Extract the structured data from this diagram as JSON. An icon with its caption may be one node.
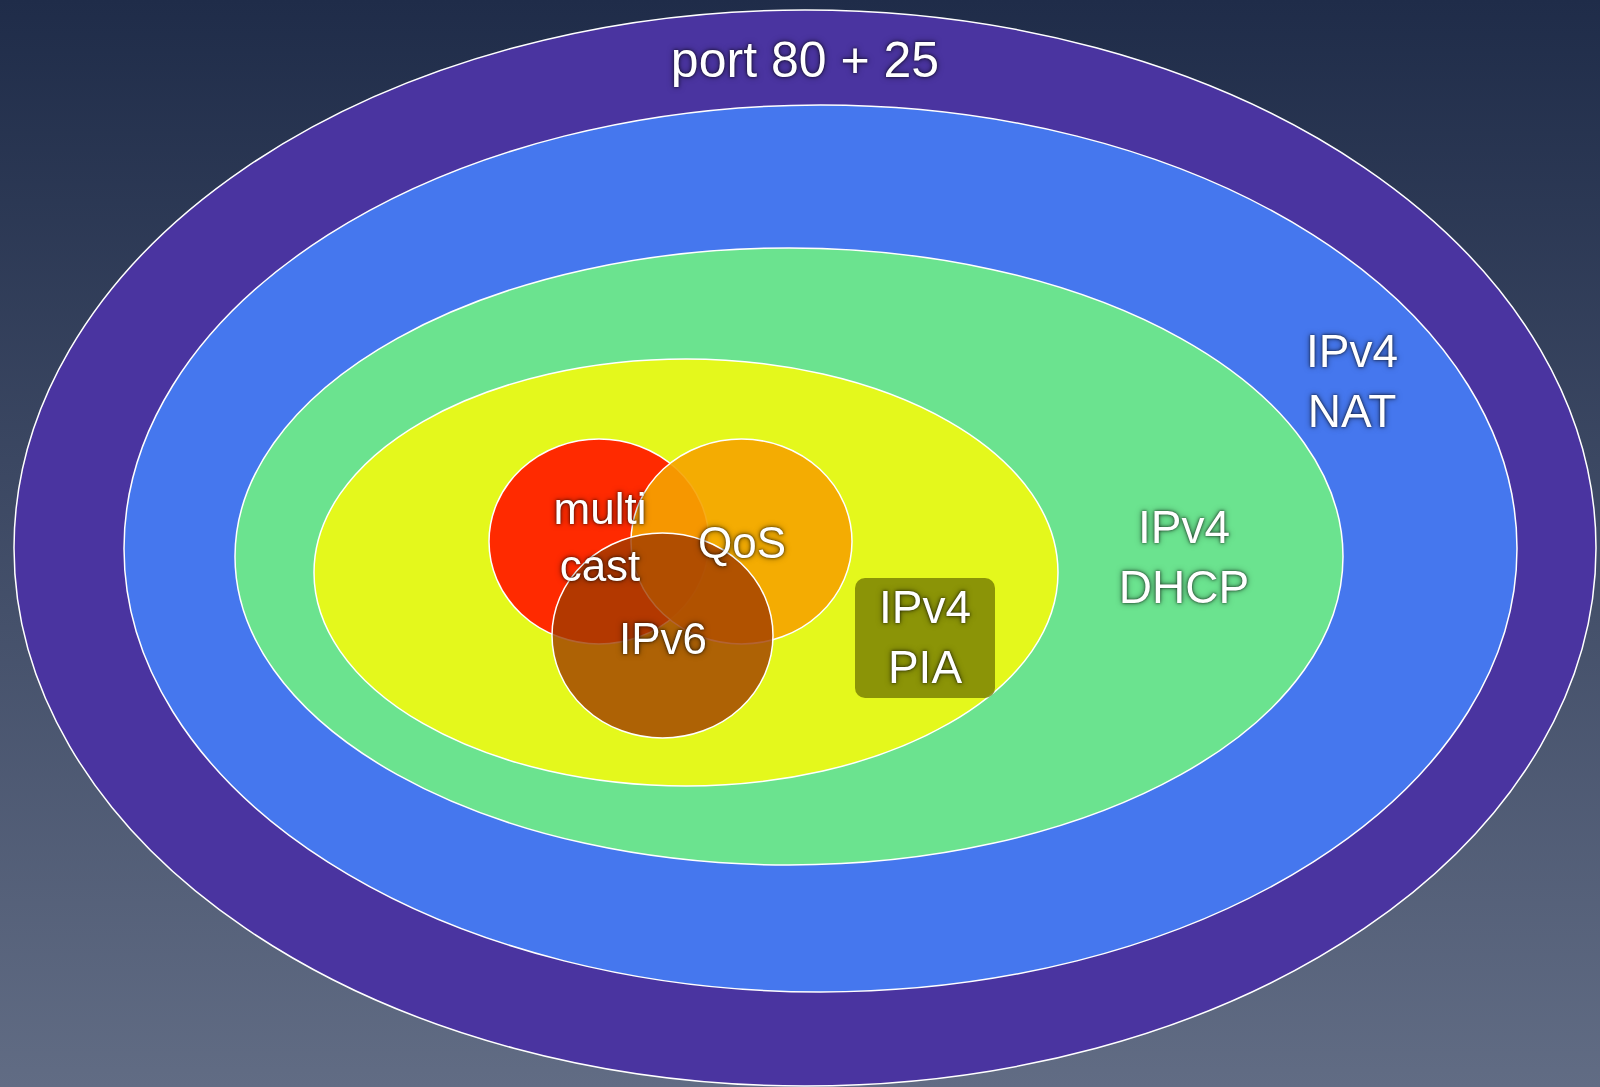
{
  "diagram": {
    "nodes": [
      {
        "text": [
          "port 80 + 25"
        ]
      },
      {
        "text": [
          "IPv4 NAT"
        ],
        "in": 0
      },
      {
        "text": [
          "IPv4 DHCP"
        ],
        "in": 1
      },
      {
        "text": [
          "IPv4 PIA"
        ],
        "in": 2
      },
      {
        "text": [
          "multi cast"
        ],
        "in": 3
      },
      {
        "text": [
          "QoS"
        ],
        "in": 3
      },
      {
        "text": [
          "IPv6"
        ],
        "in": 3
      }
    ],
    "edges": []
  }
}
